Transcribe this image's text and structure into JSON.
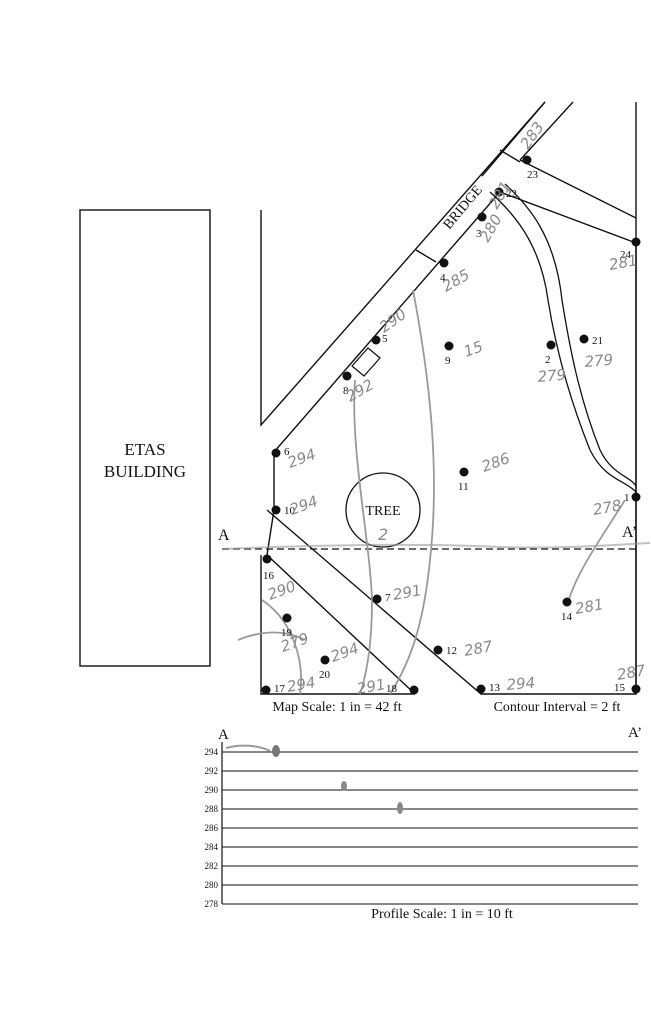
{
  "labels": {
    "building": [
      "ETAS",
      "BUILDING"
    ],
    "bridge": "BRIDGE",
    "tree": "TREE",
    "tree_mark": "2",
    "section_a": "A",
    "section_a_prime": "A’",
    "map_scale": "Map Scale: 1 in = 42 ft",
    "contour_interval": "Contour Interval = 2 ft",
    "profile_scale": "Profile Scale: 1 in = 10 ft",
    "profile_a": "A",
    "profile_a_prime": "A’"
  },
  "points": [
    {
      "id": "1"
    },
    {
      "id": "2"
    },
    {
      "id": "3"
    },
    {
      "id": "4"
    },
    {
      "id": "5"
    },
    {
      "id": "6"
    },
    {
      "id": "7"
    },
    {
      "id": "8"
    },
    {
      "id": "9"
    },
    {
      "id": "10"
    },
    {
      "id": "11"
    },
    {
      "id": "12"
    },
    {
      "id": "13"
    },
    {
      "id": "14"
    },
    {
      "id": "15"
    },
    {
      "id": "16"
    },
    {
      "id": "17"
    },
    {
      "id": "18"
    },
    {
      "id": "19"
    },
    {
      "id": "20"
    },
    {
      "id": "21"
    },
    {
      "id": "22"
    },
    {
      "id": "23"
    },
    {
      "id": "24"
    }
  ],
  "elevations": [
    "283",
    "281",
    "280",
    "281",
    "285",
    "290",
    "292",
    "15",
    "279",
    "279",
    "294",
    "294",
    "286",
    "278",
    "291",
    "287",
    "294",
    "281",
    "279",
    "294",
    "290",
    "294",
    "291",
    "287"
  ],
  "profile": {
    "y_ticks": [
      "294",
      "292",
      "290",
      "288",
      "286",
      "284",
      "282",
      "280",
      "278"
    ]
  }
}
